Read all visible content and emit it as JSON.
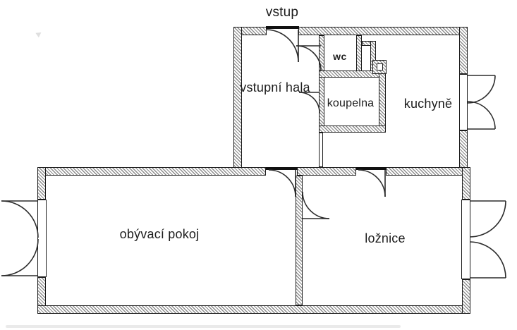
{
  "plan": {
    "entrance_label": "vstup",
    "rooms": {
      "wc": "wc",
      "hall": "vstupní hala",
      "bathroom": "koupelna",
      "kitchen": "kuchyně",
      "living_room": "obývací pokoj",
      "bedroom": "ložnice"
    },
    "colors": {
      "ink": "#2b2b2b",
      "wall_border": "#1c1c1c",
      "hatch": "#8c8c8c",
      "background": "#ffffff"
    }
  }
}
